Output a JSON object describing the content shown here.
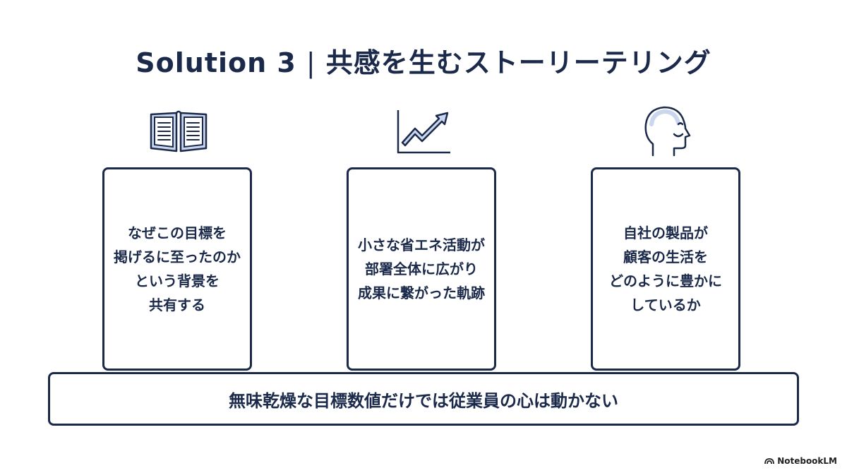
{
  "title": {
    "main": "Solution 3",
    "separator": "|",
    "sub": "共感を生むストーリーテリング"
  },
  "pillars": [
    {
      "icon": "open-book-icon",
      "text": "なぜこの目標を\n掲げるに至ったのか\nという背景を\n共有する"
    },
    {
      "icon": "trend-chart-icon",
      "text": "小さな省エネ活動が\n部署全体に広がり\n成果に繋がった軌跡"
    },
    {
      "icon": "person-head-icon",
      "text": "自社の製品が\n顧客の生活を\nどのように豊かに\nしているか"
    }
  ],
  "foundation": {
    "text": "無味乾燥な目標数値だけでは従業員の心は動かない"
  },
  "brand": {
    "label": "NotebookLM"
  },
  "colors": {
    "primary": "#1b2a4a",
    "icon_fill": "#c9d6ee"
  }
}
